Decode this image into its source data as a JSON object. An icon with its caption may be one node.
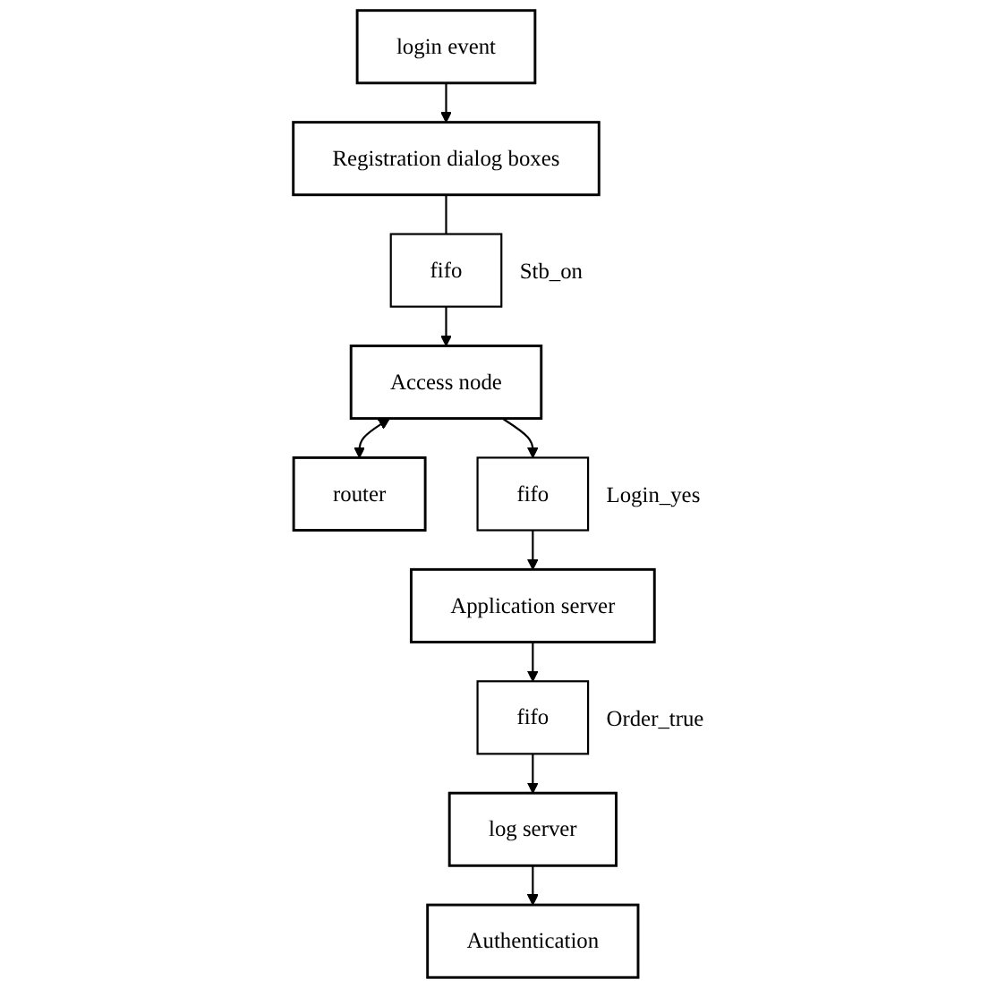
{
  "diagram": {
    "nodes": [
      {
        "text": [
          "login event"
        ]
      },
      {
        "text": [
          "Registration dialog boxes"
        ]
      },
      {
        "text": [
          "fifo"
        ],
        "beside": [
          "Stb_on"
        ]
      },
      {
        "text": [
          "Access node"
        ]
      },
      {
        "text": [
          "router"
        ]
      },
      {
        "text": [
          "fifo"
        ],
        "beside": [
          "Login_yes"
        ]
      },
      {
        "text": [
          "Application server"
        ]
      },
      {
        "text": [
          "fifo"
        ],
        "beside": [
          "Order_true"
        ]
      },
      {
        "text": [
          "log server"
        ]
      },
      {
        "text": [
          "Authentication"
        ]
      }
    ],
    "edges": [
      {
        "from": 0,
        "to": 1,
        "arrow": "to"
      },
      {
        "from": 1,
        "to": 2,
        "arrow": "none"
      },
      {
        "from": 2,
        "to": 3,
        "arrow": "to"
      },
      {
        "from": 3,
        "to": 4,
        "arrow": "both"
      },
      {
        "from": 3,
        "to": 5,
        "arrow": "to"
      },
      {
        "from": 5,
        "to": 6,
        "arrow": "to"
      },
      {
        "from": 6,
        "to": 7,
        "arrow": "to"
      },
      {
        "from": 7,
        "to": 8,
        "arrow": "to"
      },
      {
        "from": 8,
        "to": 9,
        "arrow": "to"
      }
    ]
  }
}
